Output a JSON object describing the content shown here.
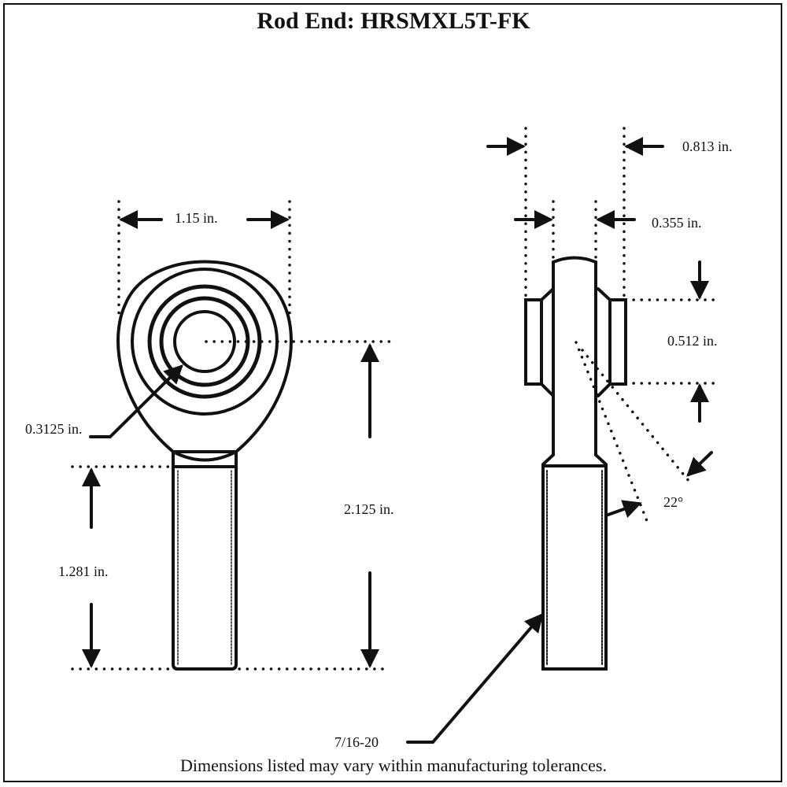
{
  "title": "Rod End: HRSMXL5T-FK",
  "dimensions": {
    "head_width": "1.15 in.",
    "bore": "0.3125 in.",
    "center_to_end": "2.125 in.",
    "thread_length": "1.281 in.",
    "ball_width": "0.813 in.",
    "body_thickness": "0.355 in.",
    "ball_height": "0.512 in.",
    "misalignment_angle": "22°",
    "thread_size": "7/16-20"
  },
  "footer": "Dimensions listed may vary within manufacturing tolerances."
}
